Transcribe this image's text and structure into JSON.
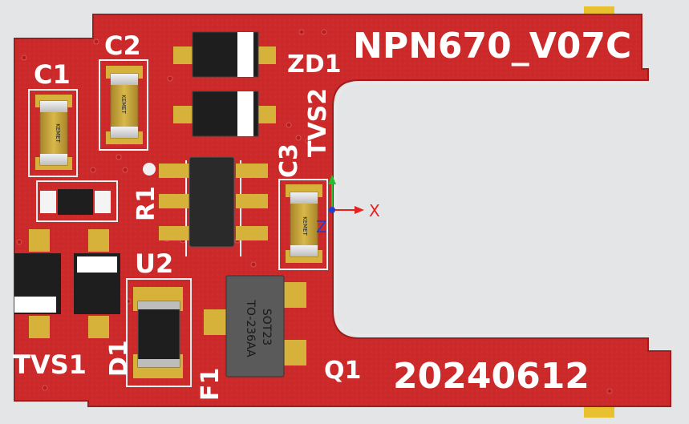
{
  "board": {
    "title": "NPN670_V07C",
    "date": "20240612",
    "colors": {
      "background": "#e3e5e6",
      "solder_mask": "#cc2a2a",
      "silkscreen": "#ffffff",
      "pad_gold": "#d6b23a",
      "component_black": "#1e1e1e",
      "capacitor_body": "#c9a431"
    }
  },
  "designators": {
    "c1": "C1",
    "c2": "C2",
    "c3": "C3",
    "zd1": "ZD1",
    "tvs2": "TVS2",
    "r1": "R1",
    "u2": "U2",
    "tvs1": "TVS1",
    "d1": "D1",
    "f1": "F1",
    "q1": "Q1"
  },
  "part_markings": {
    "cap_brand": "KEMET",
    "q1_package_1": "SOT23",
    "q1_package_2": "TO-236AA"
  },
  "axes": {
    "x_label": "X",
    "z_label": "Z",
    "x_color": "#e8201e",
    "y_color": "#22c02a",
    "z_color": "#1f3fd0"
  }
}
